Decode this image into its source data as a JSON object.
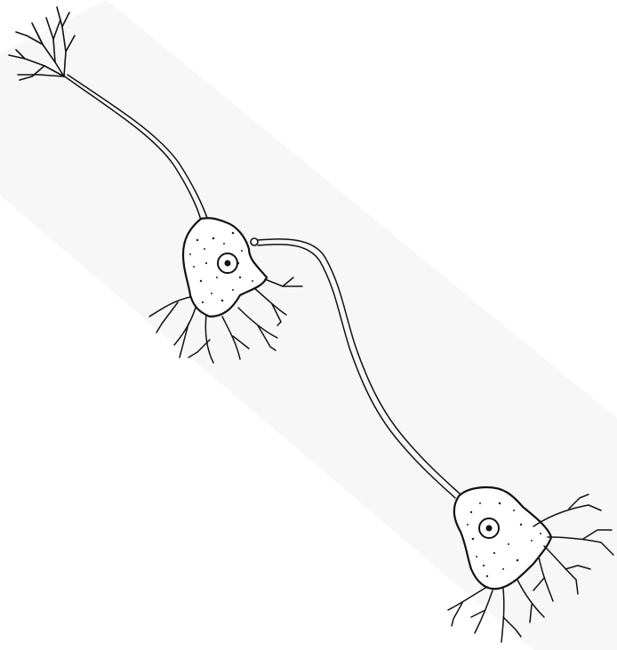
{
  "figure": {
    "subject": "two-neuron-diagram",
    "colors": {
      "ink": "#111111",
      "background": "#ffffff",
      "band": "#f6f6f6"
    },
    "neurons": [
      {
        "id": "neuron-upper"
      },
      {
        "id": "neuron-lower"
      }
    ]
  }
}
